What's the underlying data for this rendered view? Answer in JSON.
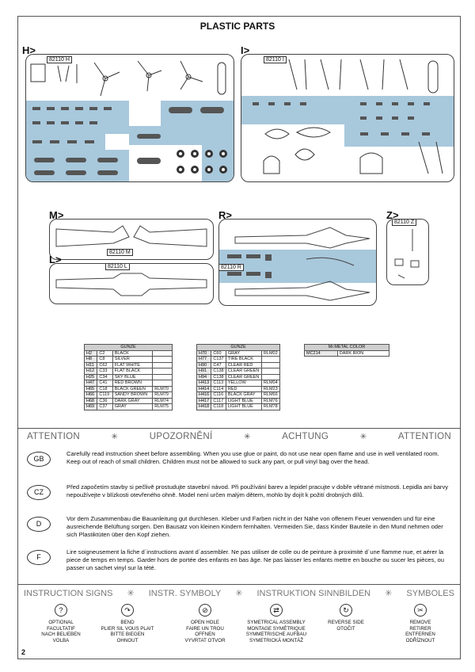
{
  "title": "PLASTIC PARTS",
  "sprues": {
    "H": {
      "label": "H>",
      "code": "82110 H"
    },
    "I": {
      "label": "I>",
      "code": "82110 I"
    },
    "M": {
      "label": "M>",
      "code": "82110 M"
    },
    "L": {
      "label": "L>",
      "code": "82110 L"
    },
    "R": {
      "label": "R>",
      "code": "82110 R"
    },
    "Z": {
      "label": "Z>",
      "code": "82110 Z"
    }
  },
  "colors": {
    "sprue_blue": "#a8c8dc"
  },
  "gunze_table_1": {
    "header": "GUNZE",
    "rows": [
      [
        "H2",
        "C2",
        "BLACK",
        ""
      ],
      [
        "H8",
        "C8",
        "SILVER",
        ""
      ],
      [
        "H11",
        "C62",
        "FLAT WHITE",
        ""
      ],
      [
        "H12",
        "C33",
        "FLAT BLACK",
        ""
      ],
      [
        "H25",
        "C34",
        "SKY BLUE",
        ""
      ],
      [
        "H47",
        "C41",
        "RED BROWN",
        ""
      ],
      [
        "H65",
        "C18",
        "BLACK GREEN",
        "RLM70"
      ],
      [
        "H66",
        "C119",
        "SANDY BROWN",
        "RLM79"
      ],
      [
        "H68",
        "C36",
        "DARK GRAY",
        "RLM74"
      ],
      [
        "H69",
        "C37",
        "GRAY",
        "RLM75"
      ]
    ]
  },
  "gunze_table_2": {
    "header": "GUNZE",
    "rows": [
      [
        "H70",
        "C60",
        "GRAY",
        "RLM02"
      ],
      [
        "H77",
        "C137",
        "TIRE BLACK",
        ""
      ],
      [
        "H90",
        "C47",
        "CLEAR RED",
        ""
      ],
      [
        "H91",
        "C138",
        "CLEAR GREEN",
        ""
      ],
      [
        "H94",
        "C138",
        "CLEAR GREEN",
        ""
      ],
      [
        "H413",
        "C113",
        "YELLOW",
        "RLM04"
      ],
      [
        "H414",
        "C114",
        "RED",
        "RLM23"
      ],
      [
        "H416",
        "C116",
        "BLACK GRAY",
        "RLM66"
      ],
      [
        "H417",
        "C117",
        "LIGHT BLUE",
        "RLM76"
      ],
      [
        "H418",
        "C118",
        "LIGHT BLUE",
        "RLM78"
      ]
    ]
  },
  "metal_table": {
    "header": "Mr.METAL COLOR",
    "rows": [
      [
        "MC214",
        "DARK IRON"
      ]
    ]
  },
  "attention": {
    "headings": [
      "ATTENTION",
      "UPOZORNĚNÍ",
      "ACHTUNG",
      "ATTENTION"
    ],
    "star": "✳",
    "blocks": [
      {
        "lang": "GB",
        "text": "Carefully read instruction sheet before assembling. When you use glue or paint, do not use near open flame and use in well ventilated room. Keep out of reach of small children. Children must not be allowed to suck any part, or pull vinyl bag over the head."
      },
      {
        "lang": "CZ",
        "text": "Před započetím stavby si pečlivě prostudujte stavební návod. Při používání barev a lepidel pracujte v dobře větrané místnosti. Lepidla ani barvy nepoužívejte v blízkosti otevřeného ohně. Model není určen malým dětem, mohlo by dojít k požití drobných dílů."
      },
      {
        "lang": "D",
        "text": "Vor dem Zusammenbau die Bauanleitung gut durchlesen. Kleber und Farben nicht in der Nähe von offenem Feuer verwenden und für eine ausreichende Belüftung sorgen. Den Bausatz von kleinen Kindern fernhalten. Vermeiden Sie, dass Kinder Bauteile in den Mund nehmen oder sich Plastiktüten über den Kopf ziehen."
      },
      {
        "lang": "F",
        "text": "Lire soigneusement la fiche d´instructions avant d´assembler. Ne pas utiliser de colle ou de peinture à proximité d´une flamme nue, et aérer la piece de temps en temps. Garder hors de portée des enfants en bas âge. Ne pas laisser les enfants mettre en bouche ou sucer les pièces, ou passer un sachet vinyl sur la tété."
      }
    ]
  },
  "instruction_signs": {
    "headings": [
      "INSTRUCTION SIGNS",
      "INSTR. SYMBOLY",
      "INSTRUKTION SINNBILDEN",
      "SYMBOLES"
    ],
    "items": [
      {
        "icon": "question-icon",
        "glyph": "?",
        "lines": [
          "OPTIONAL",
          "FACULTATIF",
          "NACH BELIEBEN",
          "VOLBA"
        ]
      },
      {
        "icon": "bend-icon",
        "glyph": "↷",
        "lines": [
          "BEND",
          "PLIER SIL VOUS PLAIT",
          "BITTE BIEGEN",
          "OHNOUT"
        ]
      },
      {
        "icon": "drill-icon",
        "glyph": "⊘",
        "lines": [
          "OPEN HOLE",
          "FAIRE UN TROU",
          "OFFNEN",
          "VYVRTAT OTVOR"
        ]
      },
      {
        "icon": "symmetrical-icon",
        "glyph": "⇄",
        "lines": [
          "SYMETRICAL ASSEMBLY",
          "MONTAGE SYMÉTRIQUE",
          "SYMMETRISCHE AUFBAU",
          "SYMETRICKÁ MONTÁŽ"
        ]
      },
      {
        "icon": "reverse-icon",
        "glyph": "↻",
        "lines": [
          "REVERSE SIDE",
          "OTOČIT"
        ]
      },
      {
        "icon": "remove-icon",
        "glyph": "✂",
        "lines": [
          "REMOVE",
          "RETIRER",
          "ENTFERNEN",
          "ODŘÍZNOUT"
        ]
      }
    ]
  },
  "page_number": "2"
}
